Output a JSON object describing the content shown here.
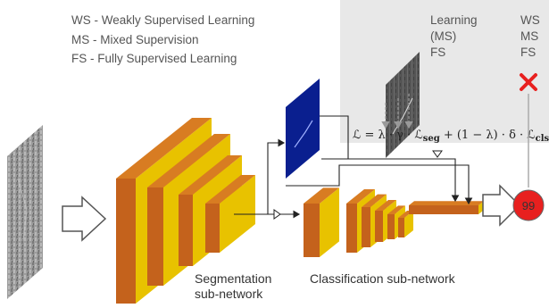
{
  "legend": [
    {
      "abbr": "WS",
      "text": "Weakly Supervised Learning"
    },
    {
      "abbr": "MS",
      "text": "Mixed Supervision"
    },
    {
      "abbr": "FS",
      "text": "Fully Supervised Learning"
    }
  ],
  "learning_box": {
    "col1": [
      "Learning",
      "(MS)",
      "FS"
    ],
    "col2": [
      "WS",
      "MS",
      "FS"
    ]
  },
  "formula": {
    "L": "ℒ",
    "part1": " = λ · γ · ",
    "seg_sub": "seg",
    "part2": " + (1 − λ) · δ · ",
    "cls_sub": "cls",
    "L_seg": "ℒ",
    "L_cls": "ℒ"
  },
  "labels": {
    "segmentation": [
      "Segmentation",
      "sub-network"
    ],
    "classification": "Classification sub-network"
  },
  "output": {
    "value": "99",
    "color": "#e8201f"
  },
  "colors": {
    "block_front": "#e8c200",
    "block_side": "#c4621c",
    "block_top": "#d87c22",
    "seg_map": "#0a1f8f",
    "grey_panel": "#e8e8e8",
    "cross": "#e8201f"
  }
}
